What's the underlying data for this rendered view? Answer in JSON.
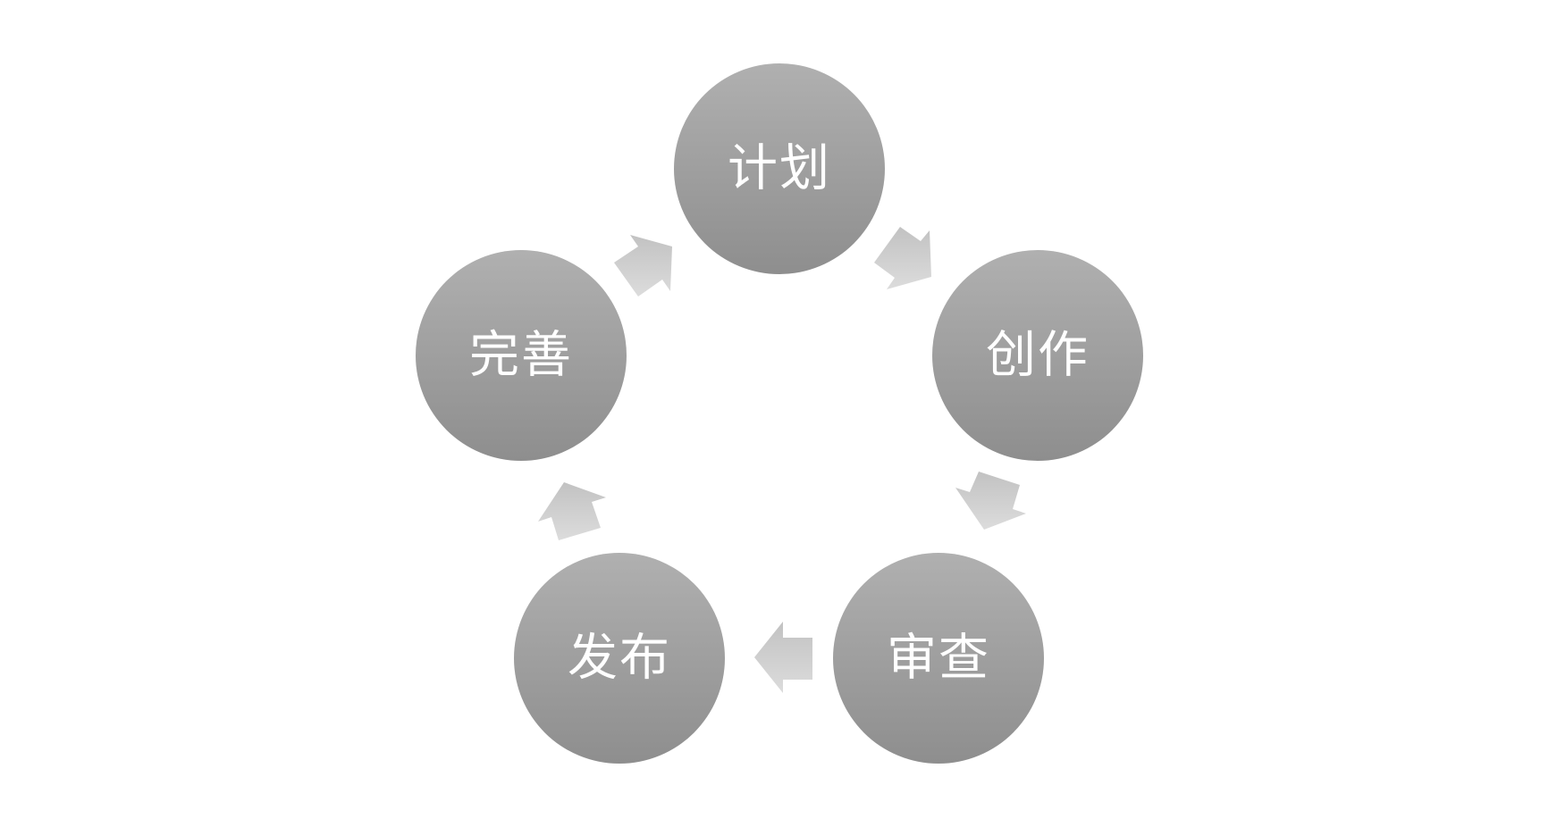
{
  "diagram": {
    "type": "cycle",
    "stages": [
      {
        "id": "plan",
        "label": "计划"
      },
      {
        "id": "create",
        "label": "创作"
      },
      {
        "id": "review",
        "label": "审查"
      },
      {
        "id": "publish",
        "label": "发布"
      },
      {
        "id": "refine",
        "label": "完善"
      }
    ],
    "flow": [
      "计划",
      "创作",
      "审查",
      "发布",
      "完善",
      "计划"
    ],
    "colors": {
      "circle_top": "#b0b0b0",
      "circle_bottom": "#8e8e8e",
      "arrow_top": "#c2c2c2",
      "arrow_bottom": "#dcdcdc",
      "label": "#ffffff"
    }
  }
}
